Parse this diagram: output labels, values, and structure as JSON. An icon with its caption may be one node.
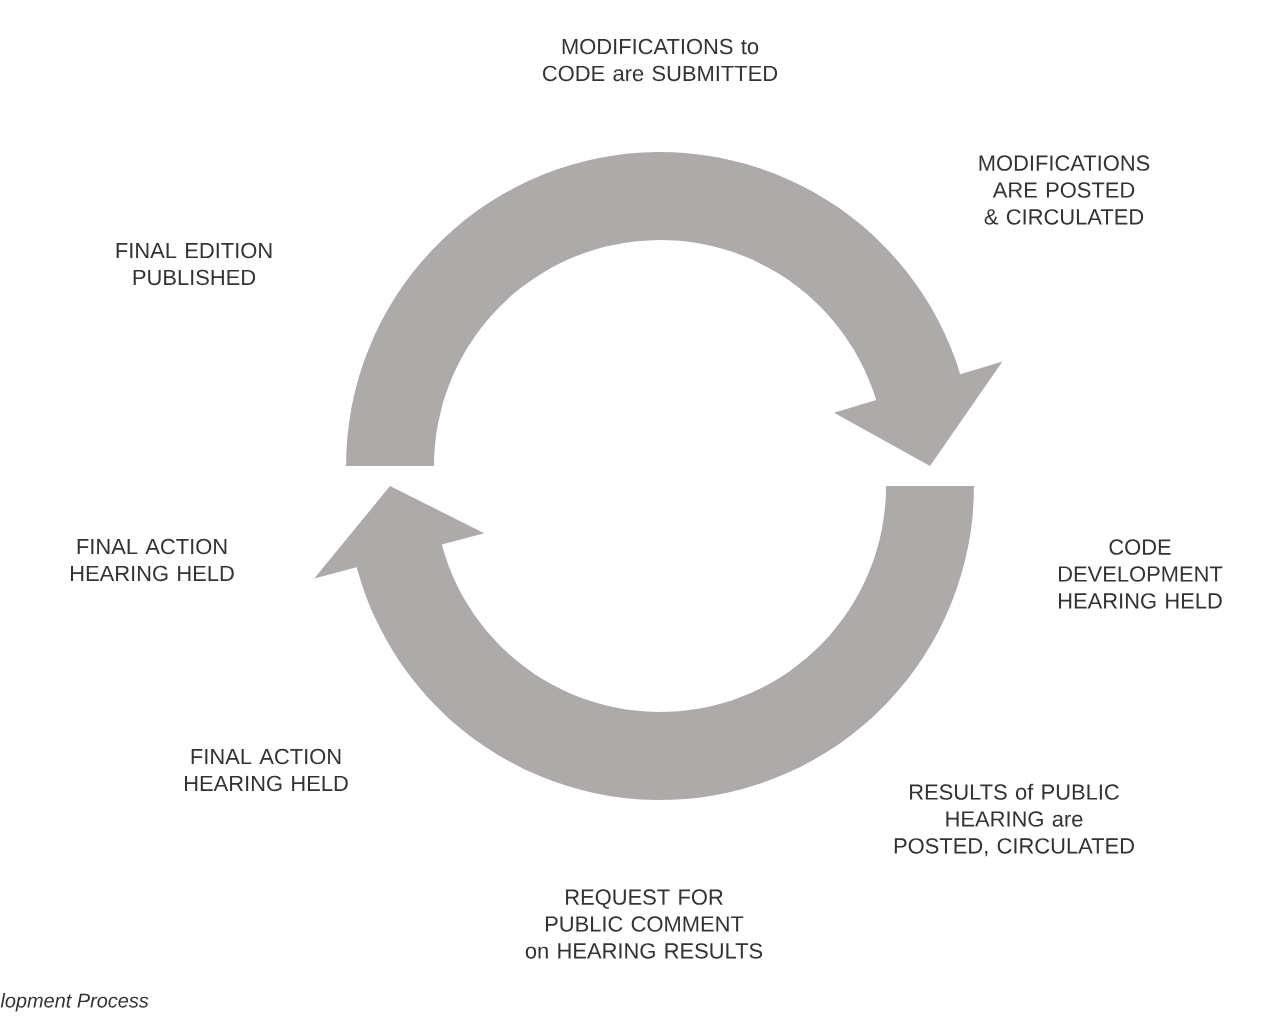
{
  "diagram": {
    "caption": "lopment Process",
    "labels": [
      "MODIFICATIONS to CODE are SUBMITTED",
      "MODIFICATIONS ARE POSTED & CIRCULATED",
      "FINAL EDITION PUBLISHED",
      "CODE DEVELOPMENT HEARING HELD",
      "FINAL ACTION HEARING HELD",
      "FINAL ACTION HEARING HELD",
      "RESULTS of PUBLIC HEARING are POSTED, CIRCULATED",
      "REQUEST FOR PUBLIC COMMENT on HEARING RESULTS"
    ]
  }
}
